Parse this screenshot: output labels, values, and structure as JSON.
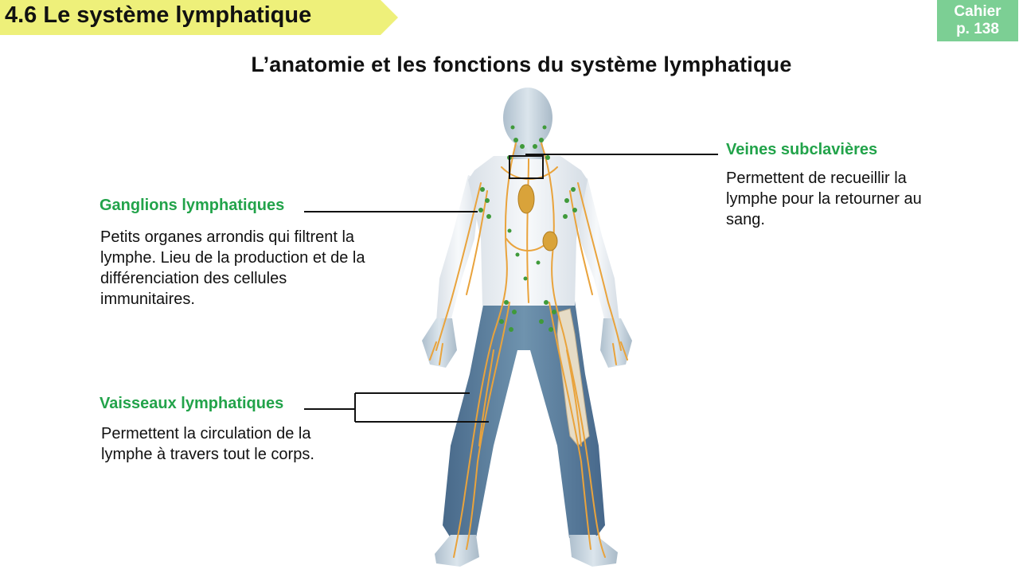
{
  "header": {
    "section_title": "4.6 Le système lymphatique",
    "cahier_line1": "Cahier",
    "cahier_line2": "p. 138"
  },
  "diagram": {
    "title": "L’anatomie et les fonctions du système lymphatique",
    "labels": [
      {
        "name": "Veines subclavières",
        "description": "Permettent de recueillir la lymphe pour la retourner au sang."
      },
      {
        "name": "Ganglions lymphatiques",
        "description": "Petits organes arrondis qui filtrent la lymphe. Lieu de la production et de la différenciation des cellules immunitaires."
      },
      {
        "name": "Vaisseaux lymphatiques",
        "description": "Permettent la circulation de la lymphe à travers tout le corps."
      }
    ]
  },
  "colors": {
    "banner": "#eef07a",
    "cahier_badge": "#7ccf94",
    "label_green": "#22a34a",
    "vessel_orange": "#e9a33c",
    "node_green": "#3f9a3a",
    "shirt": "#eef1f4",
    "pants": "#5a7f9c",
    "skin": "#c9d6e0"
  }
}
